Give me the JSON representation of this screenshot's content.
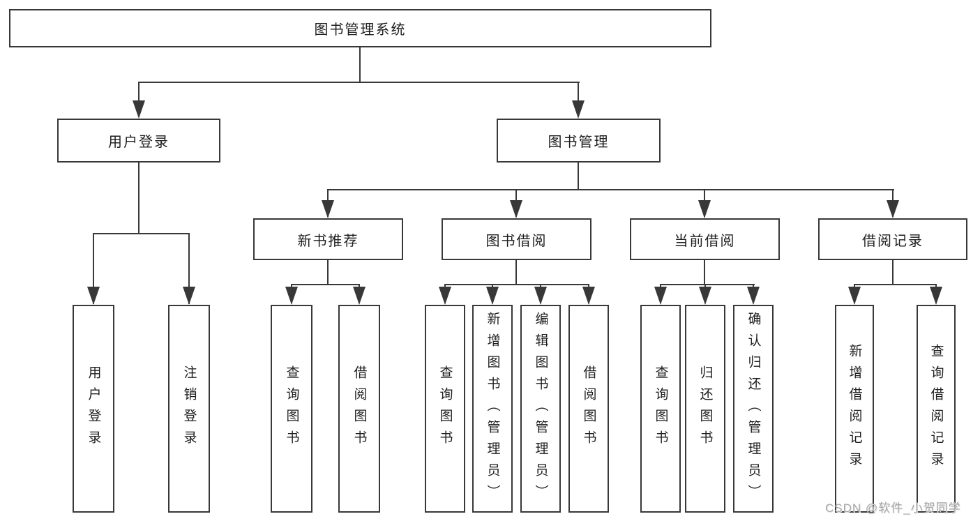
{
  "colors": {
    "line": "#383838",
    "text": "#1e1e1e",
    "watermark": "#a9a9a9",
    "background": "#ffffff"
  },
  "tree": {
    "root": {
      "label": "图书管理系统"
    },
    "level1": [
      {
        "label": "用户登录",
        "children": [
          "用户登录",
          "注销登录"
        ]
      },
      {
        "label": "图书管理"
      }
    ],
    "level2": [
      {
        "label": "新书推荐",
        "children": [
          "查询图书",
          "借阅图书"
        ]
      },
      {
        "label": "图书借阅",
        "children": [
          "查询图书",
          "新增图书（管理员）",
          "编辑图书（管理员）",
          "借阅图书"
        ]
      },
      {
        "label": "当前借阅",
        "children": [
          "查询图书",
          "归还图书",
          "确认归还（管理员）"
        ]
      },
      {
        "label": "借阅记录",
        "children": [
          "新增借阅记录",
          "查询借阅记录"
        ]
      }
    ]
  },
  "watermark": "CSDN @软件_小贺同学"
}
